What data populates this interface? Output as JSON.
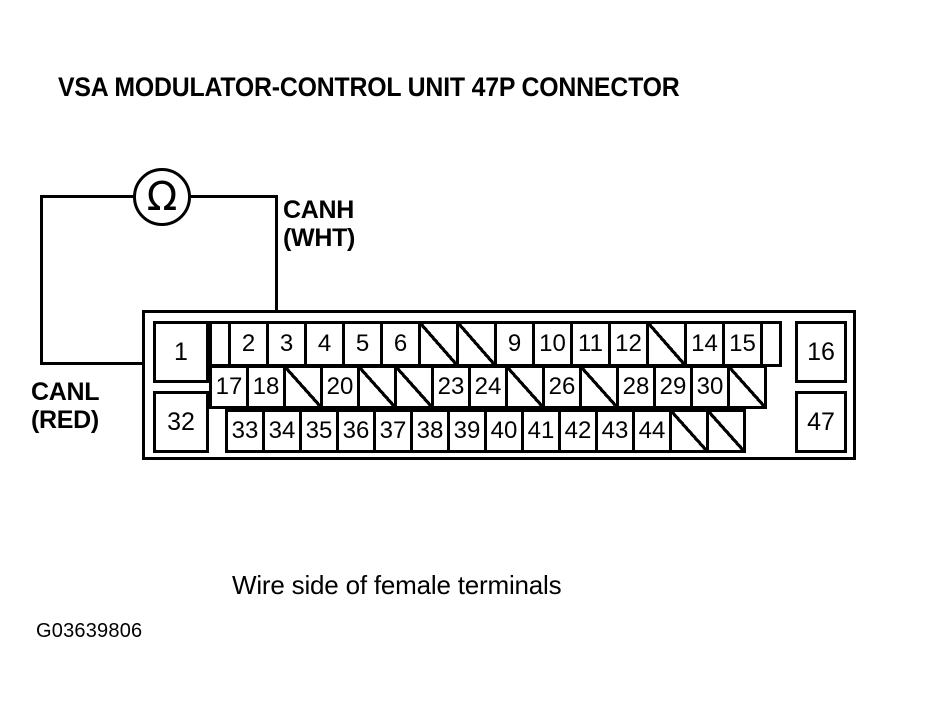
{
  "title": "VSA MODULATOR-CONTROL UNIT 47P CONNECTOR",
  "meter": {
    "name": "ohmmeter",
    "symbol": "Ω"
  },
  "labels": {
    "canh": "CANH\n(WHT)",
    "canl": "CANL\n(RED)"
  },
  "connector": {
    "end_cells": {
      "pin_1": "1",
      "pin_32": "32",
      "pin_16": "16",
      "pin_47": "47"
    },
    "rows": [
      {
        "id": "row-top",
        "cells": [
          {
            "label": "",
            "slash": false,
            "width": 22
          },
          {
            "label": "2",
            "slash": false,
            "width": 41
          },
          {
            "label": "3",
            "slash": false,
            "width": 41
          },
          {
            "label": "4",
            "slash": false,
            "width": 41
          },
          {
            "label": "5",
            "slash": false,
            "width": 41
          },
          {
            "label": "6",
            "slash": false,
            "width": 41
          },
          {
            "label": "",
            "slash": true,
            "width": 41
          },
          {
            "label": "",
            "slash": true,
            "width": 41
          },
          {
            "label": "9",
            "slash": false,
            "width": 41
          },
          {
            "label": "10",
            "slash": false,
            "width": 41
          },
          {
            "label": "11",
            "slash": false,
            "width": 41
          },
          {
            "label": "12",
            "slash": false,
            "width": 41
          },
          {
            "label": "",
            "slash": true,
            "width": 41
          },
          {
            "label": "14",
            "slash": false,
            "width": 41
          },
          {
            "label": "15",
            "slash": false,
            "width": 41
          },
          {
            "label": "",
            "slash": false,
            "width": 22
          }
        ]
      },
      {
        "id": "row-middle",
        "cells": [
          {
            "label": "17",
            "slash": false,
            "width": 40
          },
          {
            "label": "18",
            "slash": false,
            "width": 40
          },
          {
            "label": "",
            "slash": true,
            "width": 40
          },
          {
            "label": "20",
            "slash": false,
            "width": 40
          },
          {
            "label": "",
            "slash": true,
            "width": 40
          },
          {
            "label": "",
            "slash": true,
            "width": 40
          },
          {
            "label": "23",
            "slash": false,
            "width": 40
          },
          {
            "label": "24",
            "slash": false,
            "width": 40
          },
          {
            "label": "",
            "slash": true,
            "width": 40
          },
          {
            "label": "26",
            "slash": false,
            "width": 40
          },
          {
            "label": "",
            "slash": true,
            "width": 40
          },
          {
            "label": "28",
            "slash": false,
            "width": 40
          },
          {
            "label": "29",
            "slash": false,
            "width": 40
          },
          {
            "label": "30",
            "slash": false,
            "width": 40
          },
          {
            "label": "",
            "slash": true,
            "width": 40
          }
        ]
      },
      {
        "id": "row-bottom",
        "cells": [
          {
            "label": "33",
            "slash": false,
            "width": 40
          },
          {
            "label": "34",
            "slash": false,
            "width": 40
          },
          {
            "label": "35",
            "slash": false,
            "width": 40
          },
          {
            "label": "36",
            "slash": false,
            "width": 40
          },
          {
            "label": "37",
            "slash": false,
            "width": 40
          },
          {
            "label": "38",
            "slash": false,
            "width": 40
          },
          {
            "label": "39",
            "slash": false,
            "width": 40
          },
          {
            "label": "40",
            "slash": false,
            "width": 40
          },
          {
            "label": "41",
            "slash": false,
            "width": 40
          },
          {
            "label": "42",
            "slash": false,
            "width": 40
          },
          {
            "label": "43",
            "slash": false,
            "width": 40
          },
          {
            "label": "44",
            "slash": false,
            "width": 40
          },
          {
            "label": "",
            "slash": true,
            "width": 40
          },
          {
            "label": "",
            "slash": true,
            "width": 40
          }
        ]
      }
    ]
  },
  "caption": "Wire side of female terminals",
  "figure_code": "G03639806",
  "colors": {
    "ink": "#000000",
    "paper": "#ffffff"
  }
}
